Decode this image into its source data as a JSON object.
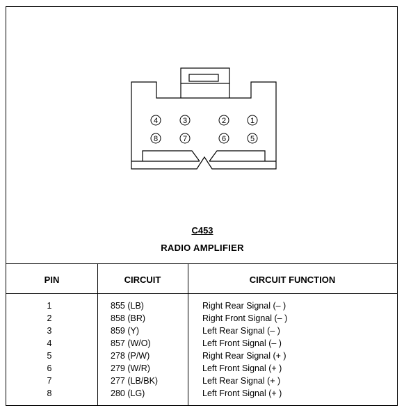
{
  "connector": {
    "id": "C453",
    "name": "RADIO AMPLIFIER",
    "pins_top": [
      "4",
      "3",
      "2",
      "1"
    ],
    "pins_bottom": [
      "8",
      "7",
      "6",
      "5"
    ]
  },
  "table": {
    "headers": {
      "pin": "PIN",
      "circuit": "CIRCUIT",
      "function": "CIRCUIT FUNCTION"
    },
    "rows": [
      {
        "pin": "1",
        "circuit": "855 (LB)",
        "function": "Right Rear Signal (– )"
      },
      {
        "pin": "2",
        "circuit": "858 (BR)",
        "function": "Right Front Signal (– )"
      },
      {
        "pin": "3",
        "circuit": "859 (Y)",
        "function": "Left Rear Signal (– )"
      },
      {
        "pin": "4",
        "circuit": "857 (W/O)",
        "function": "Left Front Signal (– )"
      },
      {
        "pin": "5",
        "circuit": "278 (P/W)",
        "function": "Right Rear Signal (+ )"
      },
      {
        "pin": "6",
        "circuit": "279 (W/R)",
        "function": "Left Front Signal (+ )"
      },
      {
        "pin": "7",
        "circuit": "277 (LB/BK)",
        "function": "Left Rear Signal (+ )"
      },
      {
        "pin": "8",
        "circuit": "280 (LG)",
        "function": "Left Front Signal (+ )"
      }
    ]
  }
}
